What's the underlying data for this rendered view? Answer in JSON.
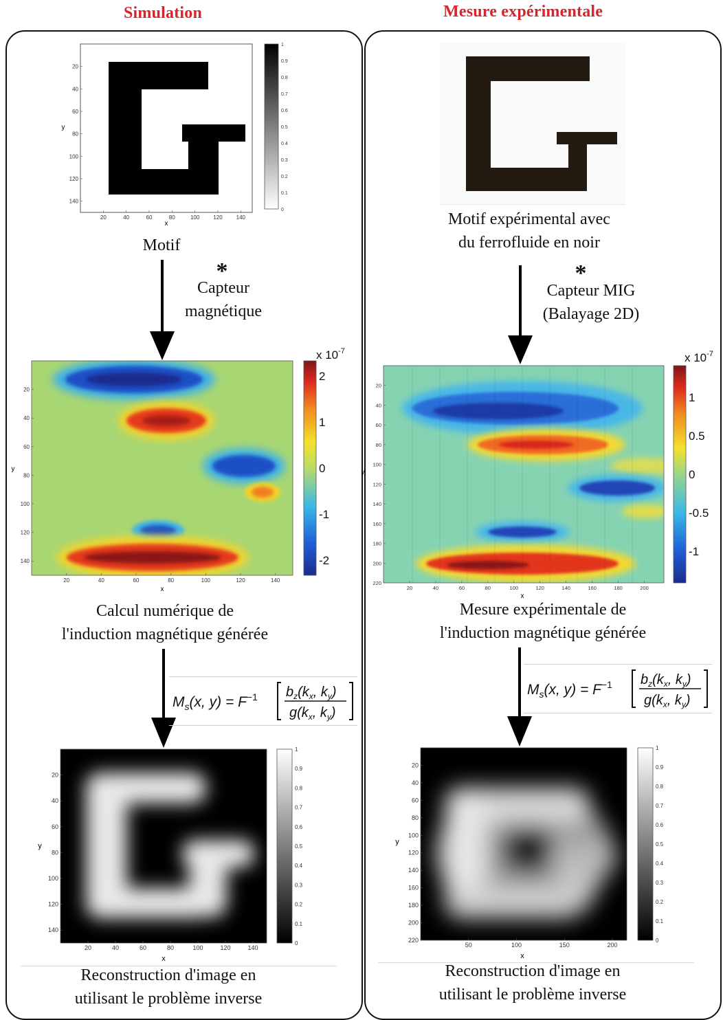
{
  "headings": {
    "left": "Simulation",
    "right": "Mesure expérimentale"
  },
  "left": {
    "motif_caption": "Motif",
    "arrow1_label_line1": "Capteur",
    "arrow1_label_line2": "magnétique",
    "simulation_caption_line1": "Calcul numérique de",
    "simulation_caption_line2": "l'induction magnétique générée",
    "reconstruction_caption_line1": "Reconstruction d'image en",
    "reconstruction_caption_line2": "utilisant le problème inverse"
  },
  "right": {
    "photo_caption_line1": "Motif expérimental avec",
    "photo_caption_line2": "du ferrofluide en noir",
    "arrow1_label_line1": "Capteur MIG",
    "arrow1_label_line2": "(Balayage 2D)",
    "measure_caption_line1": "Mesure expérimentale de",
    "measure_caption_line2": "l'induction magnétique générée",
    "reconstruction_caption_line1": "Reconstruction d'image en",
    "reconstruction_caption_line2": "utilisant le problème inverse"
  },
  "star_symbol": "*",
  "formula": {
    "lhs": "M",
    "lhs_sub": "s",
    "args": "(x, y) = F",
    "sup": "−1",
    "num_b": "b",
    "num_sub": "z",
    "num_args_open": "(k",
    "num_args_x": "x",
    "num_args_mid": ", k",
    "num_args_y": "y",
    "num_args_close": ")",
    "den_g": "g",
    "den_args_open": "(k",
    "den_args_x": "x",
    "den_args_mid": ", k",
    "den_args_y": "y",
    "den_args_close": ")"
  },
  "chart_data": [
    {
      "type": "heatmap",
      "id": "sim-motif",
      "title": "",
      "xlabel": "x",
      "ylabel": "y",
      "xlim": [
        0,
        150
      ],
      "ylim": [
        0,
        150
      ],
      "x_ticks": [
        "20",
        "40",
        "60",
        "80",
        "100",
        "120",
        "140"
      ],
      "y_ticks": [
        "20",
        "40",
        "60",
        "80",
        "100",
        "120",
        "140"
      ],
      "colormap": "gray-inverted",
      "colorbar_ticks": [
        "0",
        "0.1",
        "0.2",
        "0.3",
        "0.4",
        "0.5",
        "0.6",
        "0.7",
        "0.8",
        "0.9",
        "1"
      ]
    },
    {
      "type": "heatmap",
      "id": "sim-induction",
      "title": "",
      "xlabel": "x",
      "ylabel": "y",
      "xlim": [
        0,
        150
      ],
      "ylim": [
        0,
        150
      ],
      "x_ticks": [
        "20",
        "40",
        "60",
        "80",
        "100",
        "120",
        "140"
      ],
      "y_ticks": [
        "20",
        "40",
        "60",
        "80",
        "100",
        "120",
        "140"
      ],
      "colormap": "jet",
      "colorbar_exponent": "x 10",
      "colorbar_exponent_power": "-7",
      "colorbar_ticks": [
        "2",
        "1",
        "0",
        "-1",
        "-2"
      ]
    },
    {
      "type": "heatmap",
      "id": "sim-reconstruction",
      "title": "",
      "xlabel": "x",
      "ylabel": "y",
      "xlim": [
        0,
        150
      ],
      "ylim": [
        0,
        150
      ],
      "x_ticks": [
        "20",
        "40",
        "60",
        "80",
        "100",
        "120",
        "140"
      ],
      "y_ticks": [
        "20",
        "40",
        "60",
        "80",
        "100",
        "120",
        "140"
      ],
      "colormap": "gray",
      "colorbar_ticks": [
        "0",
        "0.1",
        "0.2",
        "0.3",
        "0.4",
        "0.5",
        "0.6",
        "0.7",
        "0.8",
        "0.9",
        "1"
      ]
    },
    {
      "type": "heatmap",
      "id": "exp-induction",
      "title": "",
      "xlabel": "x",
      "ylabel": "y",
      "xlim": [
        0,
        215
      ],
      "ylim": [
        0,
        220
      ],
      "x_ticks": [
        "20",
        "40",
        "60",
        "80",
        "100",
        "120",
        "140",
        "160",
        "180",
        "200"
      ],
      "y_ticks": [
        "20",
        "40",
        "60",
        "80",
        "100",
        "120",
        "140",
        "160",
        "180",
        "200",
        "220"
      ],
      "colormap": "jet",
      "colorbar_exponent": "x 10",
      "colorbar_exponent_power": "-7",
      "colorbar_ticks": [
        "1",
        "0.5",
        "0",
        "-0.5",
        "-1"
      ]
    },
    {
      "type": "heatmap",
      "id": "exp-reconstruction",
      "title": "",
      "xlabel": "x",
      "ylabel": "y",
      "xlim": [
        0,
        215
      ],
      "ylim": [
        0,
        220
      ],
      "x_ticks": [
        "50",
        "100",
        "150",
        "200"
      ],
      "y_ticks": [
        "20",
        "40",
        "60",
        "80",
        "100",
        "120",
        "140",
        "160",
        "180",
        "200",
        "220"
      ],
      "colormap": "gray",
      "colorbar_ticks": [
        "0",
        "0.1",
        "0.2",
        "0.3",
        "0.4",
        "0.5",
        "0.6",
        "0.7",
        "0.8",
        "0.9",
        "1"
      ]
    }
  ]
}
